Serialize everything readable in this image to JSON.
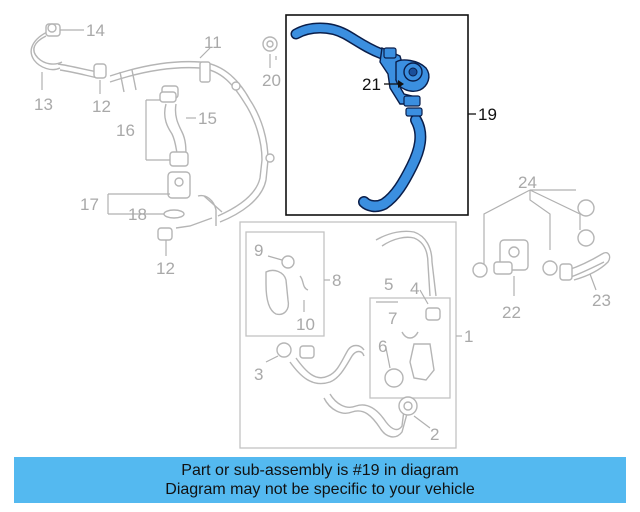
{
  "callouts": {
    "c1": "1",
    "c2": "2",
    "c3": "3",
    "c4": "4",
    "c5": "5",
    "c6": "6",
    "c7": "7",
    "c8": "8",
    "c9": "9",
    "c10": "10",
    "c11": "11",
    "c12a": "12",
    "c12b": "12",
    "c13": "13",
    "c14": "14",
    "c15": "15",
    "c16": "16",
    "c17": "17",
    "c18": "18",
    "c19": "19",
    "c20": "20",
    "c21": "21",
    "c22": "22",
    "c23": "23",
    "c24": "24"
  },
  "colors": {
    "highlight": "#3b8fe0",
    "outline": "#0a1e4a",
    "banner": "#54b9f0",
    "gray": "#b5b5b5"
  },
  "banner": {
    "line1": "Part or sub-assembly is #19 in diagram",
    "line2": "Diagram may not be specific to your vehicle"
  }
}
